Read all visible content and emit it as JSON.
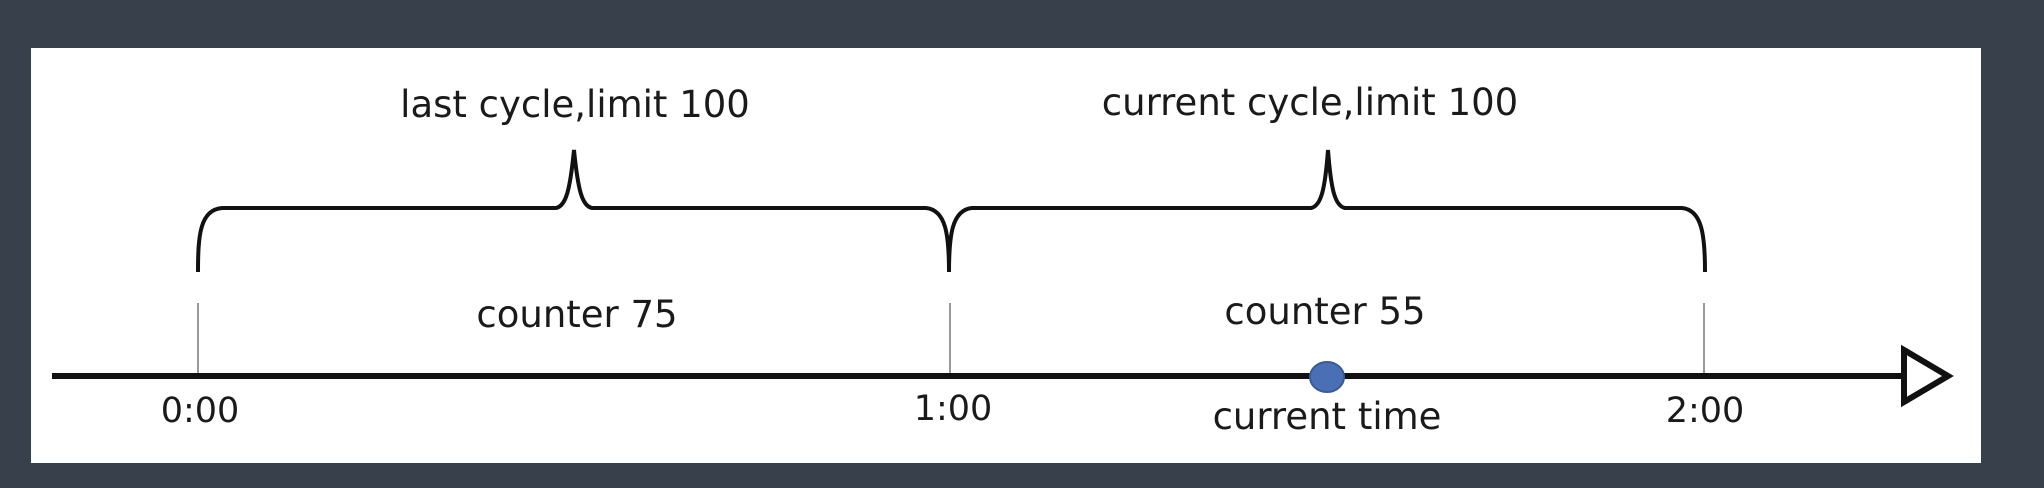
{
  "diagram": {
    "cycles": [
      {
        "label": "last cycle,limit 100",
        "counter": "counter 75"
      },
      {
        "label": "current cycle,limit 100",
        "counter": "counter 55"
      }
    ],
    "ticks": [
      "0:00",
      "1:00",
      "2:00"
    ],
    "current_marker_label": "current time",
    "colors": {
      "background": "#37404b",
      "panel": "#ffffff",
      "line": "#111111",
      "marker_fill": "#4a6fb5"
    }
  }
}
